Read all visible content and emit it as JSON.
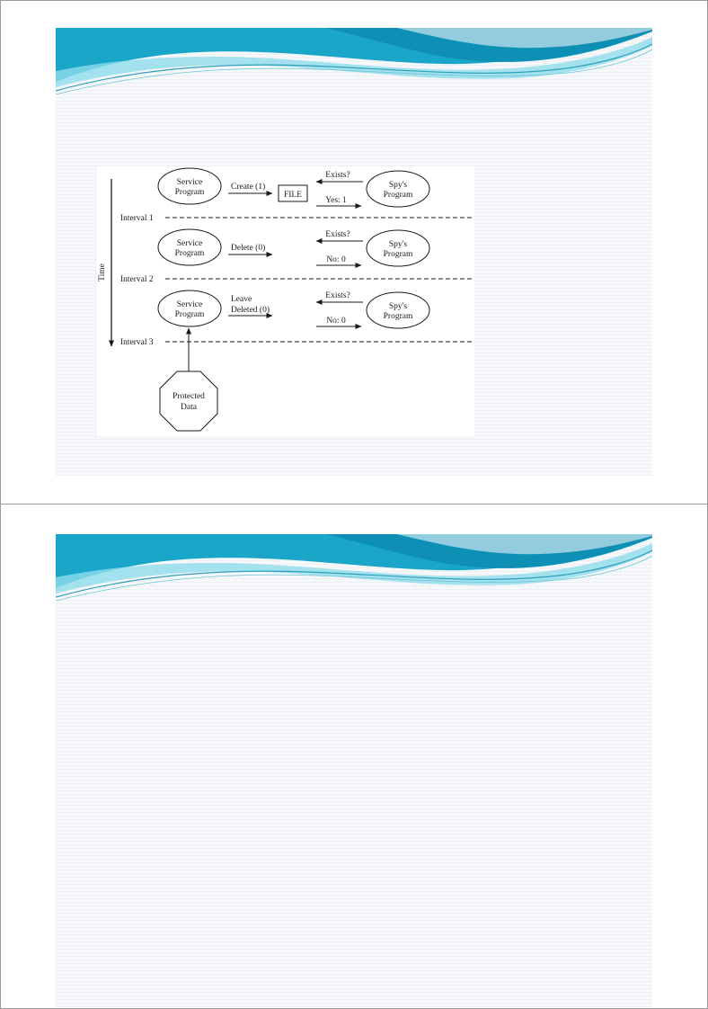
{
  "diagram": {
    "time_label": "Time",
    "intervals": [
      "Interval 1",
      "Interval 2",
      "Interval 3"
    ],
    "rows": [
      {
        "service_lines": [
          "Service",
          "Program"
        ],
        "action_lines": [
          "Create (1)"
        ],
        "file_label": "FILE",
        "query_label": "Exists?",
        "answer_label": "Yes: 1",
        "spy_lines": [
          "Spy's",
          "Program"
        ]
      },
      {
        "service_lines": [
          "Service",
          "Program"
        ],
        "action_lines": [
          "Delete (0)"
        ],
        "query_label": "Exists?",
        "answer_label": "No: 0",
        "spy_lines": [
          "Spy's",
          "Program"
        ]
      },
      {
        "service_lines": [
          "Service",
          "Program"
        ],
        "action_lines": [
          "Leave",
          "Deleted (0)"
        ],
        "query_label": "Exists?",
        "answer_label": "No: 0",
        "spy_lines": [
          "Spy's",
          "Program"
        ]
      }
    ],
    "protected_data_lines": [
      "Protected",
      "Data"
    ]
  },
  "colors": {
    "banner_dark": "#1aa6c8",
    "banner_light": "#8fdcec",
    "line": "#1a1a1a"
  }
}
